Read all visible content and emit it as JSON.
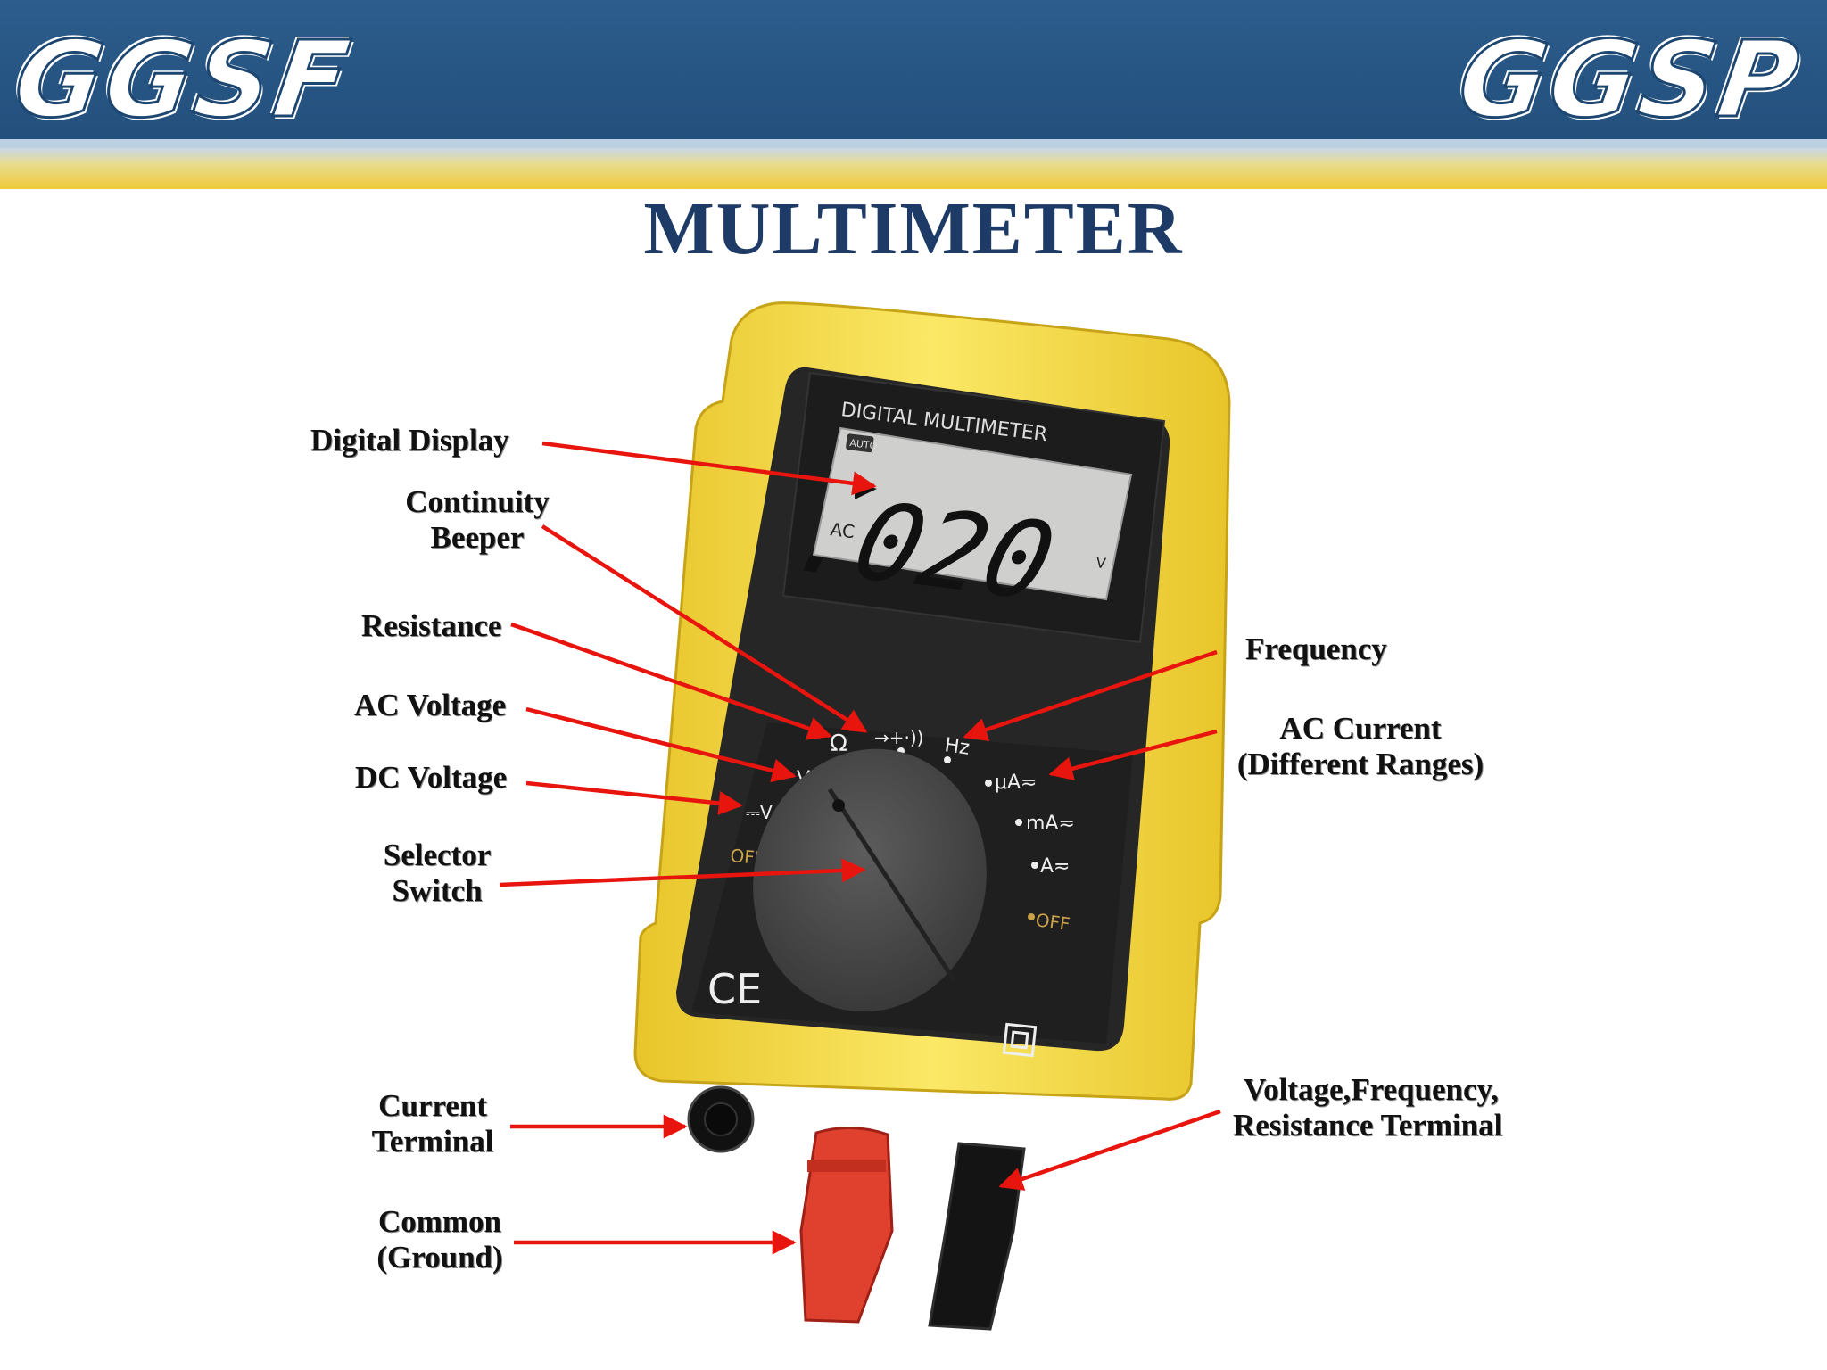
{
  "header": {
    "logo_left": "GGSF",
    "logo_right": "GGSP"
  },
  "title": "MULTIMETER",
  "meter": {
    "brand": "DIGITAL MULTIMETER",
    "auto_badge": "AUTO",
    "mode": "AC",
    "reading": ".020",
    "unit": "V",
    "dial_left": {
      "ohm": "Ω",
      "v_ac": "V",
      "v_dc": "⎓V",
      "off": "OFF"
    },
    "dial_top": {
      "diode": "→+·))",
      "hz": "Hz"
    },
    "dial_right": {
      "ua": "μA≂",
      "ma": "mA≂",
      "a": "A≂",
      "off": "OFF"
    },
    "ce": "CE"
  },
  "labels": {
    "digital_display": "Digital Display",
    "continuity_1": "Continuity",
    "continuity_2": "Beeper",
    "resistance": "Resistance",
    "ac_voltage": "AC Voltage",
    "dc_voltage": "DC Voltage",
    "selector_1": "Selector",
    "selector_2": "Switch",
    "current_1": "Current",
    "current_2": "Terminal",
    "common_1": "Common",
    "common_2": "(Ground)",
    "frequency": "Frequency",
    "ac_current_1": "AC Current",
    "ac_current_2": "(Different Ranges)",
    "vfr_1": "Voltage,Frequency,",
    "vfr_2": "Resistance Terminal"
  },
  "colors": {
    "arrow": "#e8140e",
    "case": "#f5df47",
    "body": "#262626",
    "title": "#1e3a66"
  }
}
